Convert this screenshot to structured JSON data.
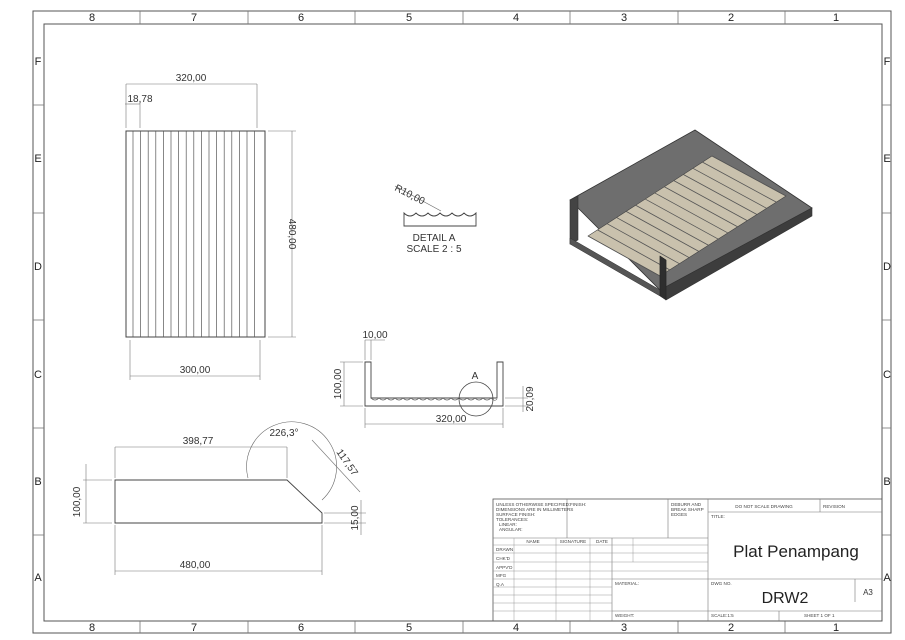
{
  "border": {
    "columns": [
      "8",
      "7",
      "6",
      "5",
      "4",
      "3",
      "2",
      "1"
    ],
    "rows": [
      "F",
      "E",
      "D",
      "C",
      "B",
      "A"
    ]
  },
  "front_view": {
    "width_label": "320,00",
    "pitch_label": "18,78",
    "height_label": "480,00",
    "bottom_label": "300,00"
  },
  "detail": {
    "radius_label": "R10,00",
    "title": "DETAIL A",
    "scale": "SCALE 2 : 5"
  },
  "section_view": {
    "wall_label": "10,00",
    "height_label": "100,00",
    "depth_label": "20,09",
    "width_label": "320,00",
    "callout": "A"
  },
  "flat_view": {
    "top_label": "398,77",
    "angle_label": "226,3°",
    "chamfer_label": "117,57",
    "height_label": "100,00",
    "small_label": "15,00",
    "bottom_label": "480,00"
  },
  "title_block": {
    "notes": [
      "UNLESS OTHERWISE SPECIFIED:",
      "DIMENSIONS ARE IN MILLIMETERS",
      "SURFACE FINISH:",
      "TOLERANCES:",
      "LINEAR:",
      "ANGULAR:"
    ],
    "finish": "FINISH:",
    "deburr": [
      "DEBURR AND",
      "BREAK SHARP",
      "EDGES"
    ],
    "do_not_scale": "DO NOT SCALE DRAWING",
    "revision": "REVISION",
    "title_label": "TITLE:",
    "title": "Plat Penampang",
    "col_name": "NAME",
    "col_signature": "SIGNATURE",
    "col_date": "DATE",
    "rows": [
      "DRAWN",
      "CHK'D",
      "APPV'D",
      "MFG",
      "Q.A"
    ],
    "material": "MATERIAL:",
    "dwg_no_label": "DWG NO.",
    "dwg_no": "DRW2",
    "size": "A3",
    "weight": "WEIGHT:",
    "scale": "SCALE:1:5",
    "sheet": "SHEET 1 OF 1"
  }
}
